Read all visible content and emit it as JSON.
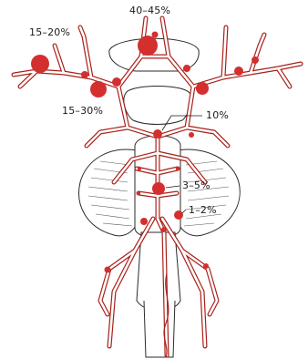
{
  "labels": {
    "acom": "40–45%",
    "mca": "15–20%",
    "pcom": "15–30%",
    "basilar_tip": "10%",
    "basilar": "3–5%",
    "vertebral": "1–2%"
  },
  "colors": {
    "vessel": "#a8201a",
    "aneurysm": "#d32f2f",
    "line": "#2a2a2a"
  }
}
